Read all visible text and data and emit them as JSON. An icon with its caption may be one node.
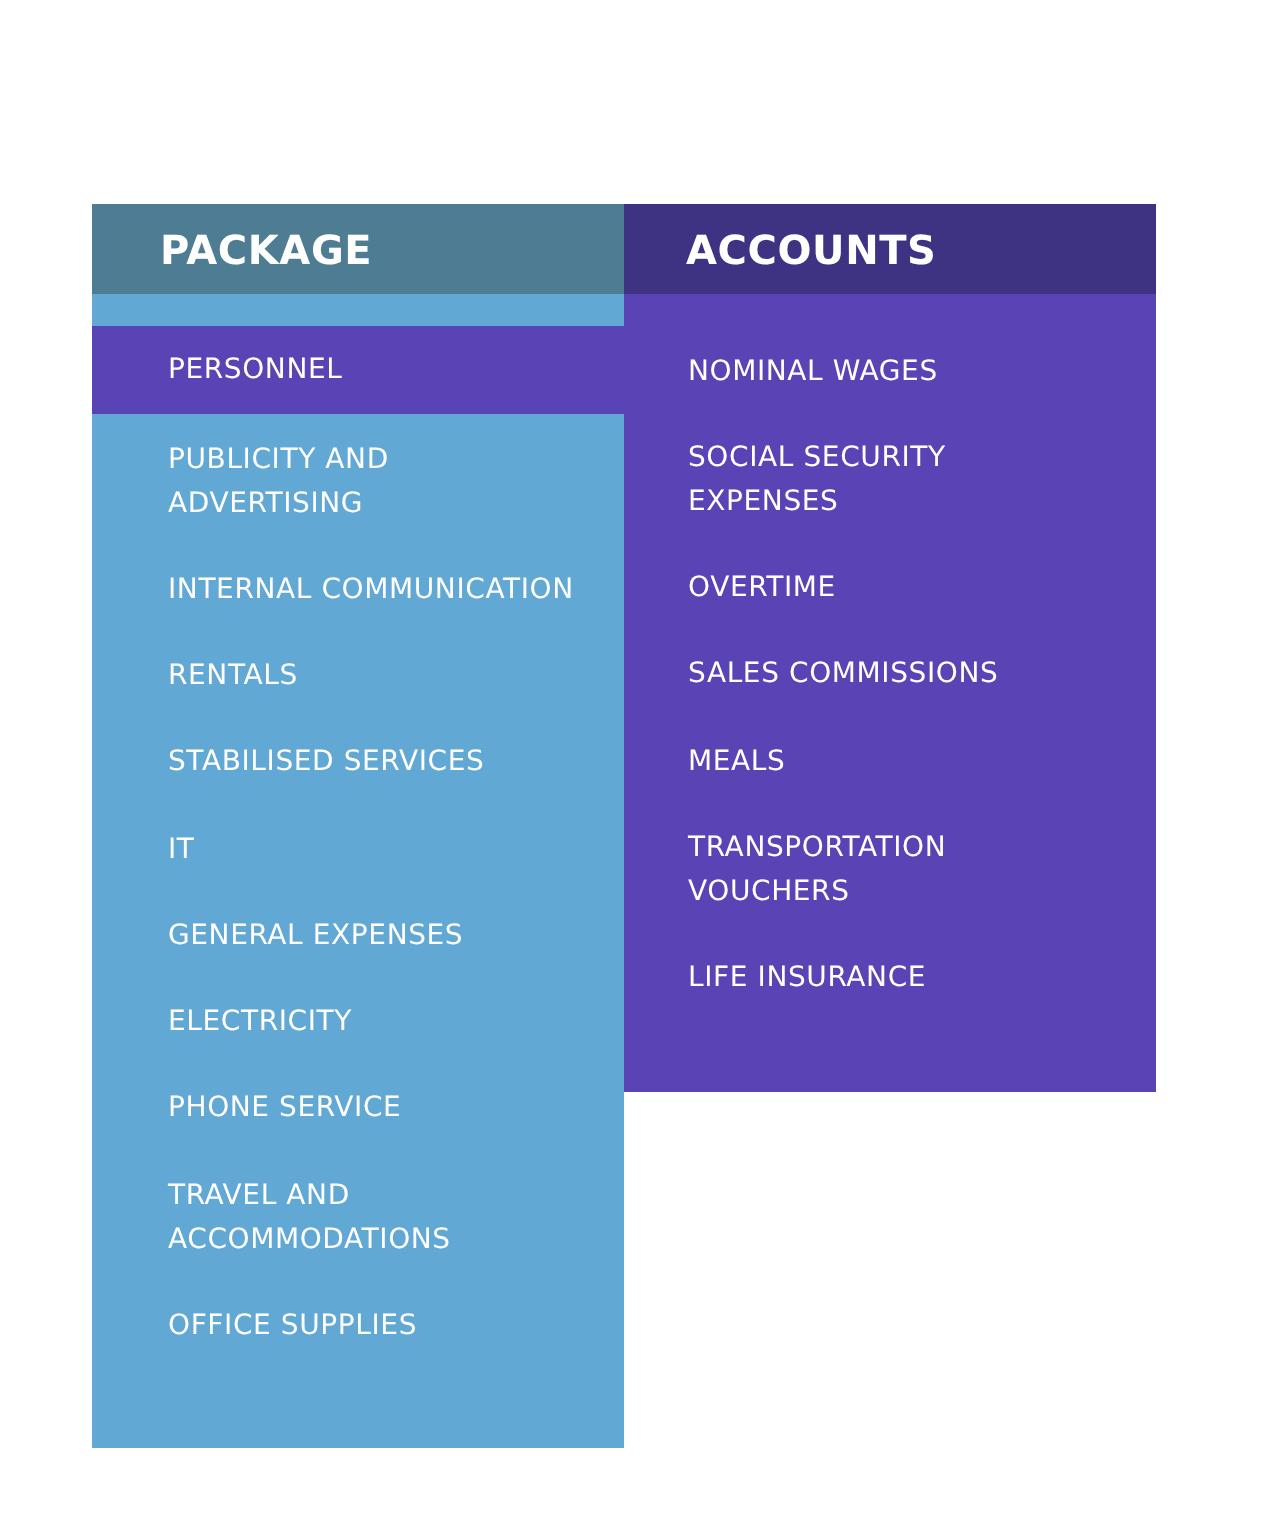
{
  "diagram": {
    "nodes": [
      {
        "text": [
          "PACKAGE"
        ]
      },
      {
        "text": [
          "PERSONNEL"
        ],
        "in": 0
      },
      {
        "text": [
          "PUBLICITY AND ADVERTISING"
        ],
        "in": 0
      },
      {
        "text": [
          "INTERNAL COMMUNICATION"
        ],
        "in": 0
      },
      {
        "text": [
          "RENTALS"
        ],
        "in": 0
      },
      {
        "text": [
          "STABILISED SERVICES"
        ],
        "in": 0
      },
      {
        "text": [
          "IT"
        ],
        "in": 0
      },
      {
        "text": [
          "GENERAL EXPENSES"
        ],
        "in": 0
      },
      {
        "text": [
          "ELECTRICITY"
        ],
        "in": 0
      },
      {
        "text": [
          "PHONE SERVICE"
        ],
        "in": 0
      },
      {
        "text": [
          "TRAVEL AND ACCOMMODATIONS"
        ],
        "in": 0
      },
      {
        "text": [
          "OFFICE SUPPLIES"
        ],
        "in": 0
      },
      {
        "text": [
          "ACCOUNTS"
        ]
      },
      {
        "text": [
          "NOMINAL WAGES"
        ],
        "in": 12
      },
      {
        "text": [
          "SOCIAL SECURITY EXPENSES"
        ],
        "in": 12
      },
      {
        "text": [
          "OVERTIME"
        ],
        "in": 12
      },
      {
        "text": [
          "SALES COMMISSIONS"
        ],
        "in": 12
      },
      {
        "text": [
          "MEALS"
        ],
        "in": 12
      },
      {
        "text": [
          "TRANSPORTATION VOUCHERS"
        ],
        "in": 12
      },
      {
        "text": [
          "LIFE INSURANCE"
        ],
        "in": 12
      }
    ]
  }
}
